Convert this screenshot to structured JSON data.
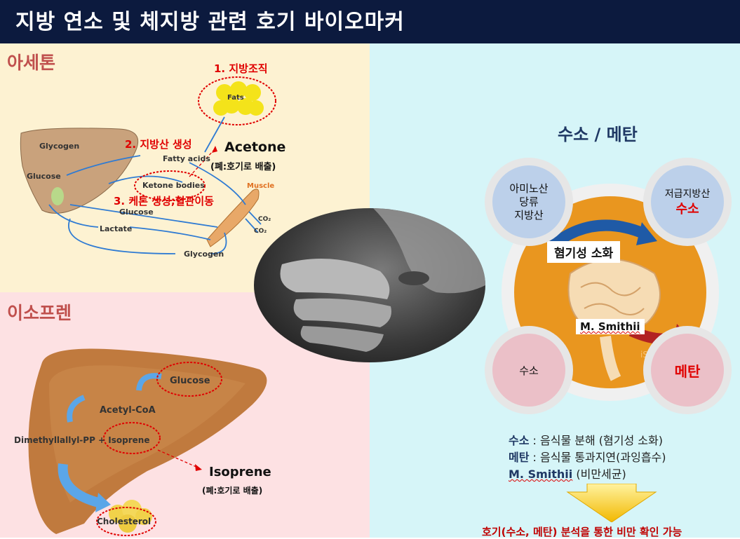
{
  "title": "지방 연소 및 체지방 관련 호기 바이오마커",
  "acetone_section": {
    "heading": "아세톤",
    "step1": "1. 지방조직",
    "step2": "2. 지방산 생성",
    "step3": "3. 케톤 생성;혈관이동",
    "fats": "Fats",
    "fatty_acids": "Fatty acids",
    "ketone_bodies": "Ketone bodies",
    "glycogen_liver": "Glycogen",
    "glucose_liver": "Glucose",
    "glucose_path": "Glucose",
    "lactate": "Lactate",
    "glycogen_muscle": "Glycogen",
    "muscle": "Muscle",
    "co2_a": "CO₂",
    "co2_b": "CO₂",
    "acetone_label": "Acetone",
    "acetone_note": "(폐:호기로 배출)"
  },
  "isoprene_section": {
    "heading": "이소프렌",
    "glucose": "Glucose",
    "acetyl_coa": "Acetyl-CoA",
    "dmapp": "Dimethyllallyl-PP + Isoprene",
    "cholesterol": "Cholesterol",
    "isoprene_label": "Isoprene",
    "isoprene_note": "(폐:호기로 배출)"
  },
  "gut_section": {
    "heading": "수소 / 메탄",
    "circle_tl": [
      "아미노산",
      "당류",
      "지방산"
    ],
    "circle_tr_top": "저급지방산",
    "circle_tr_bottom": "수소",
    "circle_bl": "수소",
    "circle_br": "메탄",
    "anaerobic": "혐기성 소화",
    "smithii": "M. Smithii",
    "watermark": "iStock",
    "legend": [
      {
        "term": "수소",
        "sep": " : ",
        "desc": "음식물 분해 (혐기성 소화)"
      },
      {
        "term": "메탄",
        "sep": " : ",
        "desc": "음식물 통과지연(과잉흡수)"
      },
      {
        "term": "M. Smithii",
        "sep": " ",
        "desc": "(비만세균)"
      }
    ],
    "conclusion": "호기(수소, 메탄) 분석을 통한 비만 확인 가능"
  },
  "colors": {
    "title_bg": "#0c1a3e",
    "acetone_bg": "#fdf2d2",
    "isoprene_bg": "#fde1e3",
    "gut_bg": "#d6f5f8",
    "accent_red": "#e00000",
    "heading_navy": "#1f3864"
  }
}
